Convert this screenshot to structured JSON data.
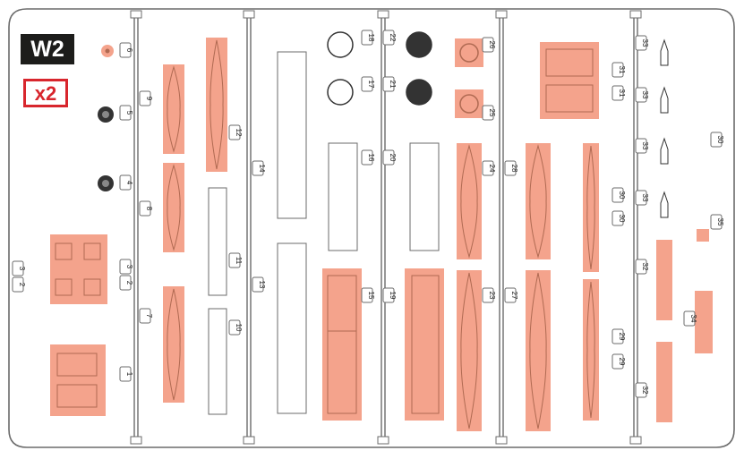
{
  "sheet": {
    "sprue_id": "W2",
    "quantity": "x2"
  },
  "colors": {
    "part_fill": "#f4a38c",
    "part_stroke": "#b06a52",
    "sprue": "#6b6b6b",
    "frame_fill": "#ffffff",
    "badge_bg": "#1d1d1b",
    "badge_text": "#ffffff",
    "qty_color": "#d8262d"
  },
  "part_numbers": [
    "1",
    "2",
    "3",
    "4",
    "5",
    "6",
    "7",
    "8",
    "9",
    "10",
    "11",
    "12",
    "13",
    "14",
    "15",
    "16",
    "17",
    "18",
    "19",
    "20",
    "21",
    "22",
    "23",
    "24",
    "25",
    "26",
    "27",
    "28",
    "29",
    "30",
    "31",
    "32",
    "33",
    "34",
    "35"
  ],
  "icons": [
    "gate-tag-icon",
    "wheel-hub-icon",
    "bomb-icon",
    "rocket-icon",
    "fuel-tank-icon"
  ]
}
